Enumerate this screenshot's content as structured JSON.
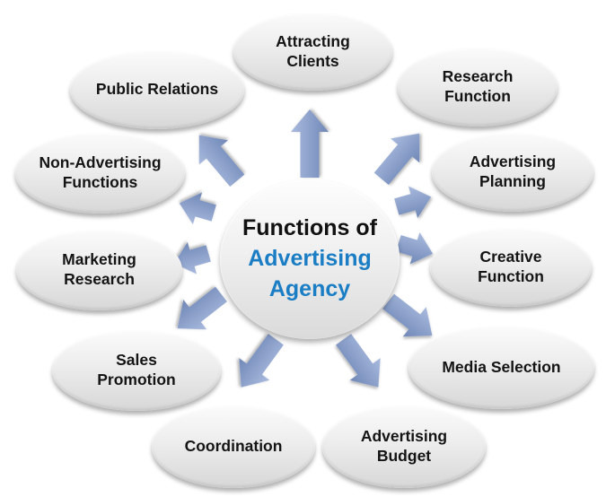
{
  "diagram": {
    "center": {
      "title_prefix": "Functions of",
      "title_highlight": "Advertising Agency",
      "prefix_color": "#111111",
      "highlight_color": "#1b7ec5"
    },
    "nodes": [
      {
        "id": "attracting-clients",
        "label": "Attracting Clients",
        "lines": [
          "Attracting",
          "Clients"
        ]
      },
      {
        "id": "research-function",
        "label": "Research Function",
        "lines": [
          "Research",
          "Function"
        ]
      },
      {
        "id": "advertising-planning",
        "label": "Advertising Planning",
        "lines": [
          "Advertising",
          "Planning"
        ]
      },
      {
        "id": "creative-function",
        "label": "Creative Function",
        "lines": [
          "Creative",
          "Function"
        ]
      },
      {
        "id": "media-selection",
        "label": "Media Selection",
        "lines": [
          "Media Selection"
        ]
      },
      {
        "id": "advertising-budget",
        "label": "Advertising Budget",
        "lines": [
          "Advertising",
          "Budget"
        ]
      },
      {
        "id": "coordination",
        "label": "Coordination",
        "lines": [
          "Coordination"
        ]
      },
      {
        "id": "sales-promotion",
        "label": "Sales Promotion",
        "lines": [
          "Sales",
          "Promotion"
        ]
      },
      {
        "id": "marketing-research",
        "label": "Marketing Research",
        "lines": [
          "Marketing",
          "Research"
        ]
      },
      {
        "id": "non-advertising-functions",
        "label": "Non-Advertising Functions",
        "lines": [
          "Non-Advertising",
          "Functions"
        ]
      },
      {
        "id": "public-relations",
        "label": "Public Relations",
        "lines": [
          "Public Relations"
        ]
      }
    ],
    "colors": {
      "arrow_light": "#a9bade",
      "arrow_dark": "#7088b7",
      "ellipse_top": "#fbfbfb",
      "ellipse_bottom": "#d7d7d7"
    }
  }
}
